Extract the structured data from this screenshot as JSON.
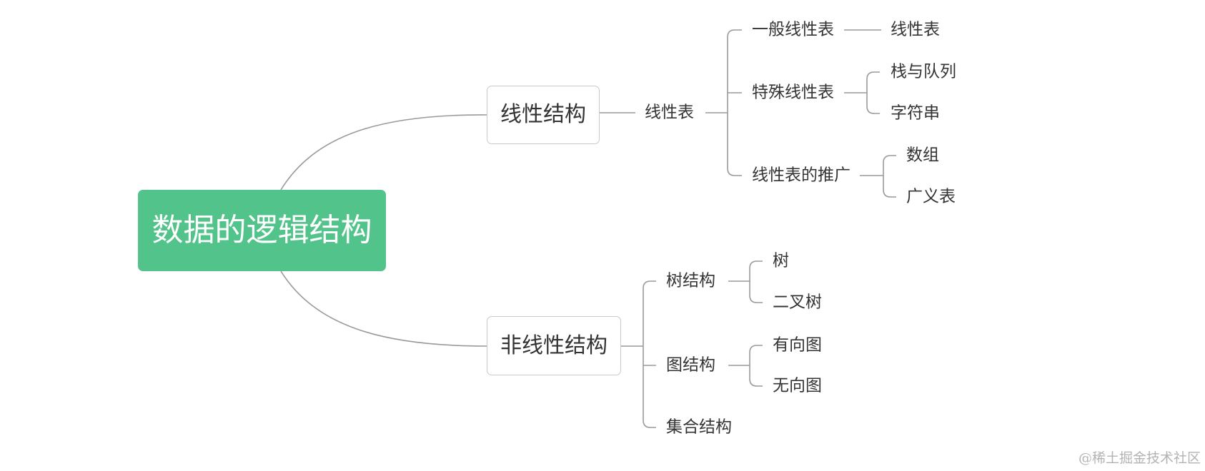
{
  "root": {
    "label": "数据的逻辑结构",
    "color": "#52c48b"
  },
  "linear": {
    "label": "线性结构",
    "child": "线性表",
    "general": {
      "label": "一般线性表",
      "child": "线性表"
    },
    "special": {
      "label": "特殊线性表",
      "children": [
        "栈与队列",
        "字符串"
      ]
    },
    "extension": {
      "label": "线性表的推广",
      "children": [
        "数组",
        "广义表"
      ]
    }
  },
  "nonlinear": {
    "label": "非线性结构",
    "tree": {
      "label": "树结构",
      "children": [
        "树",
        "二叉树"
      ]
    },
    "graph": {
      "label": "图结构",
      "children": [
        "有向图",
        "无向图"
      ]
    },
    "set": {
      "label": "集合结构"
    }
  },
  "watermark": "@稀土掘金技术社区",
  "colors": {
    "line": "#9a9a9a",
    "border": "#c9c9c9",
    "text": "#333333"
  }
}
